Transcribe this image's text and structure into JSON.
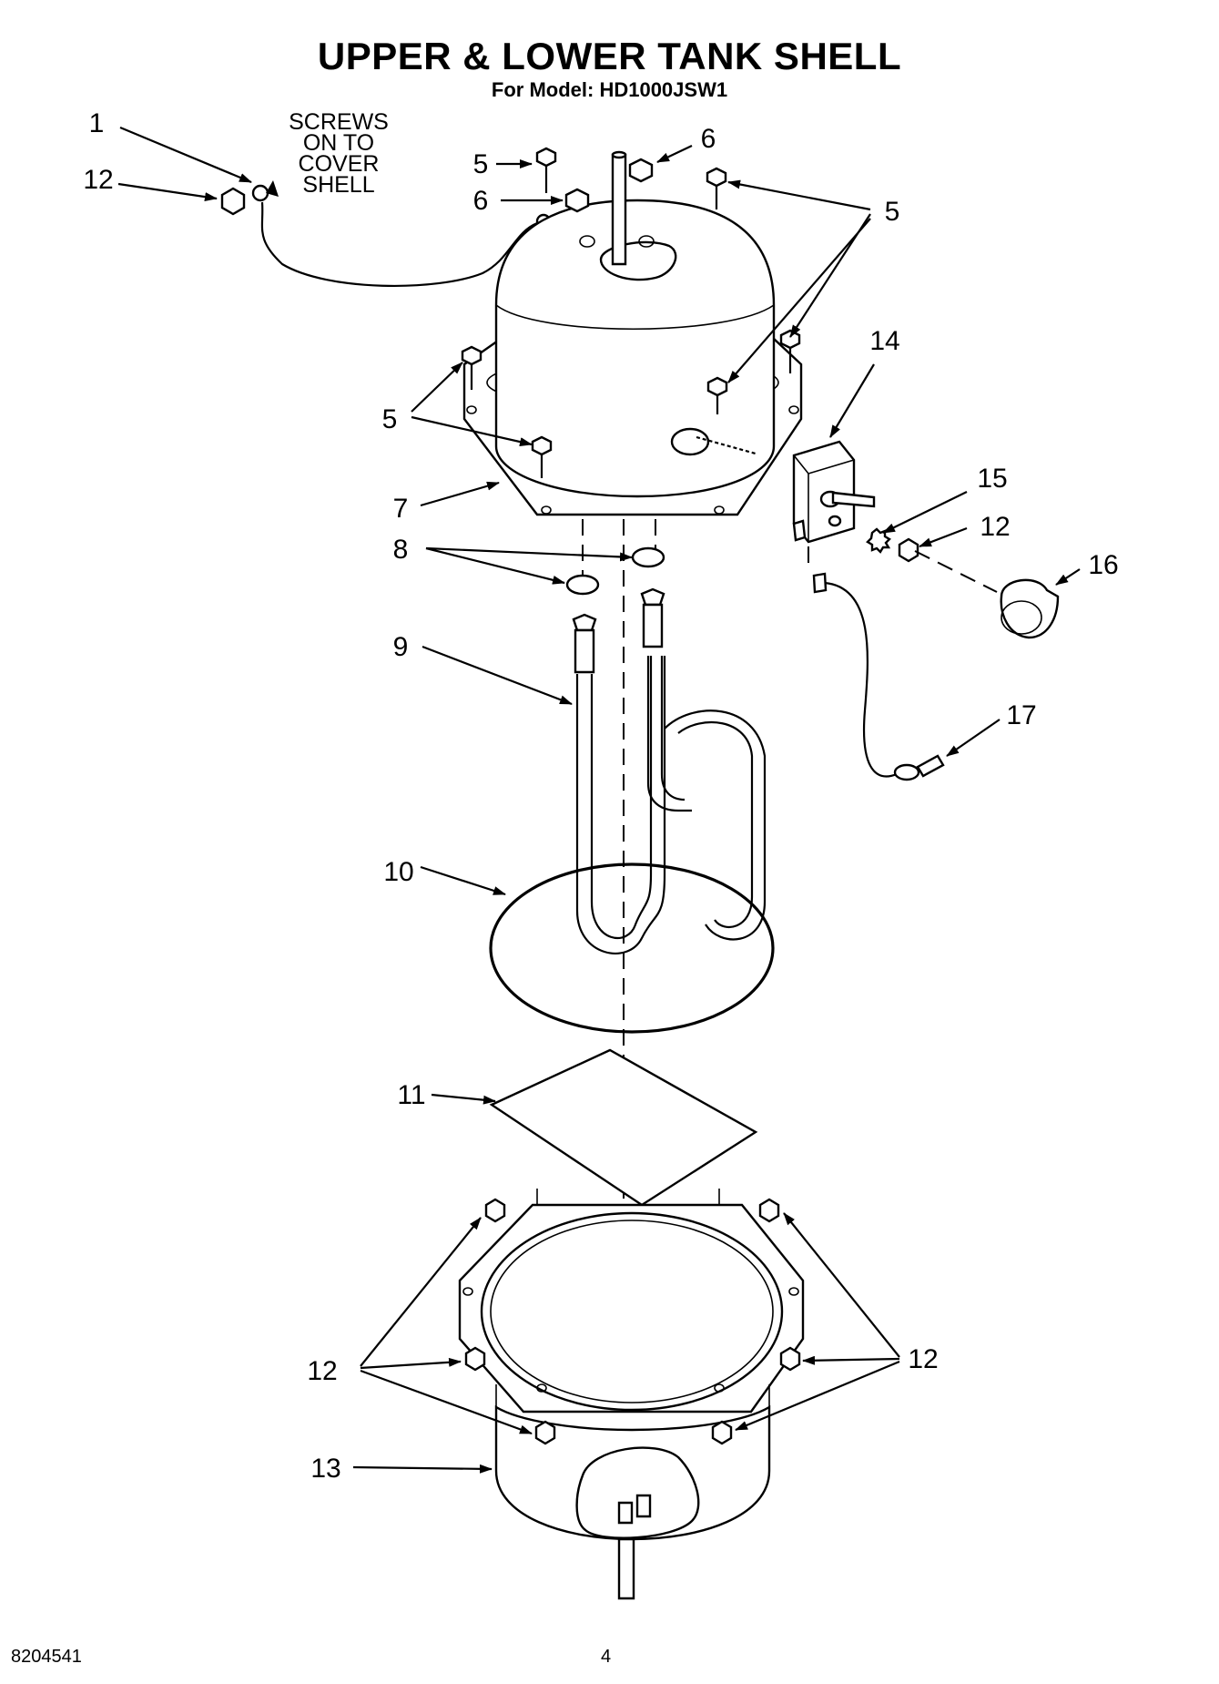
{
  "header": {
    "title": "UPPER & LOWER TANK SHELL",
    "subtitle": "For Model: HD1000JSW1"
  },
  "note": {
    "lines": [
      "SCREWS",
      "ON TO",
      "COVER",
      "SHELL"
    ]
  },
  "callouts": {
    "c1": "1",
    "c12_topleft": "12",
    "c5_top": "5",
    "c6_top": "6",
    "c6_mid": "6",
    "c5_right": "5",
    "c5_left": "5",
    "c14": "14",
    "c7": "7",
    "c15": "15",
    "c12_right": "12",
    "c8": "8",
    "c16": "16",
    "c9": "9",
    "c17": "17",
    "c10": "10",
    "c11": "11",
    "c12_bottomleft": "12",
    "c12_bottomright": "12",
    "c13": "13"
  },
  "footer": {
    "doc_number": "8204541",
    "page_number": "4"
  }
}
